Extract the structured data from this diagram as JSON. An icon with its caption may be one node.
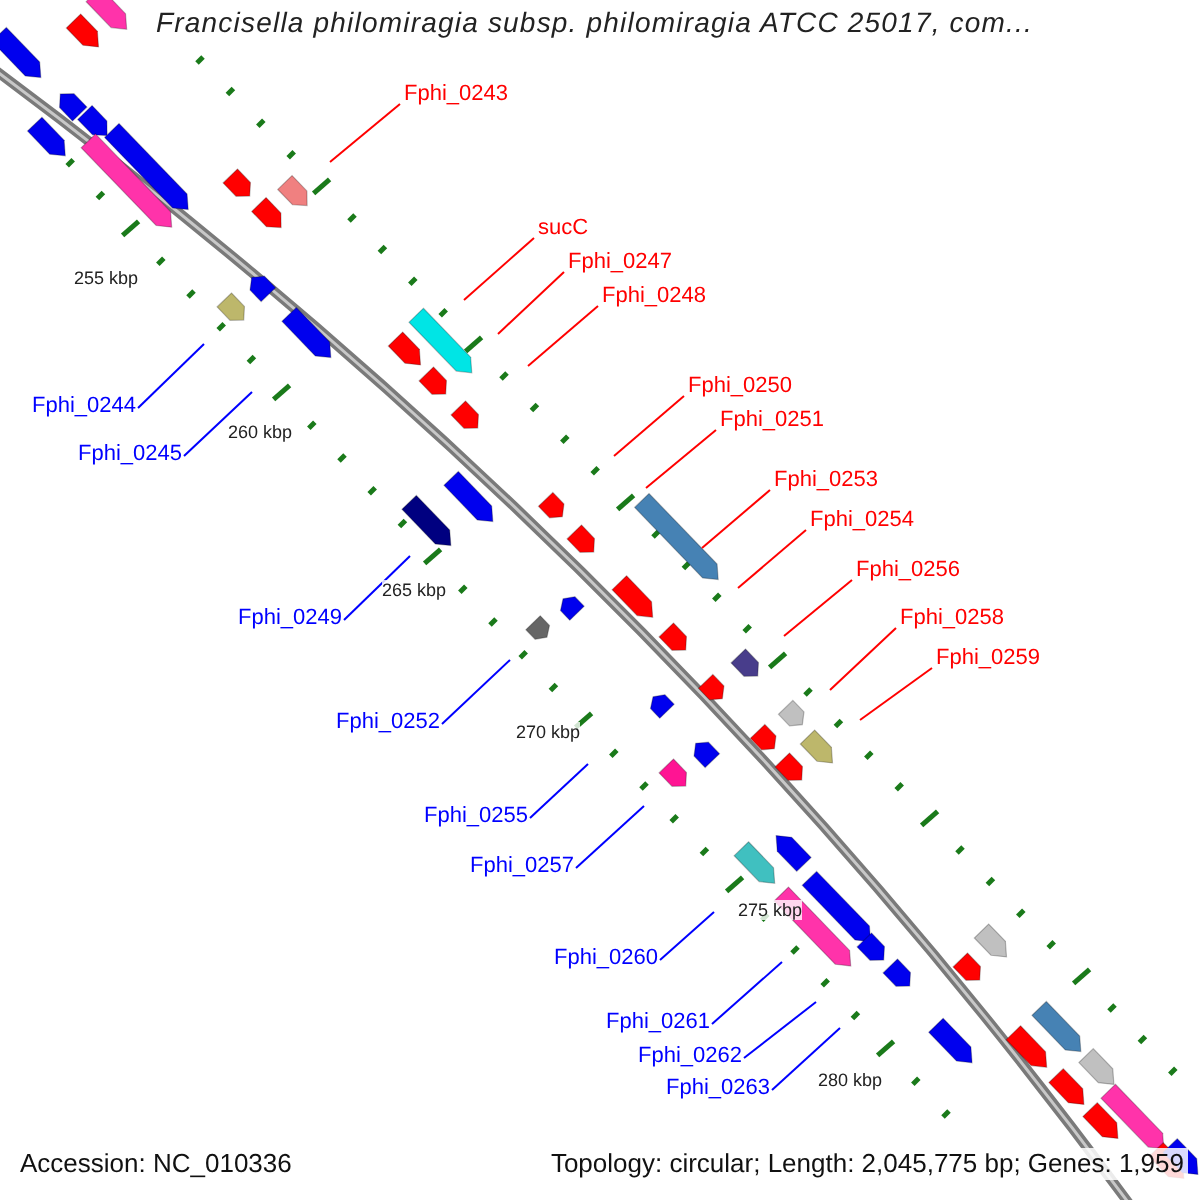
{
  "diagram": {
    "title": "Francisella philomiragia subsp. philomiragia ATCC 25017, com...",
    "nodes": [
      {
        "text": [
          "Fphi_0243"
        ]
      },
      {
        "text": [
          "sucC"
        ]
      },
      {
        "text": [
          "Fphi_0247"
        ]
      },
      {
        "text": [
          "Fphi_0248"
        ]
      },
      {
        "text": [
          "Fphi_0250"
        ]
      },
      {
        "text": [
          "Fphi_0244"
        ]
      },
      {
        "text": [
          "Fphi_0251"
        ]
      },
      {
        "text": [
          "Fphi_0245"
        ]
      },
      {
        "text": [
          "Fphi_0253"
        ]
      },
      {
        "text": [
          "Fphi_0254"
        ]
      },
      {
        "text": [
          "Fphi_0256"
        ]
      },
      {
        "text": [
          "Fphi_0258"
        ]
      },
      {
        "text": [
          "Fphi_0249"
        ]
      },
      {
        "text": [
          "Fphi_0259"
        ]
      },
      {
        "text": [
          "Fphi_0252"
        ]
      },
      {
        "text": [
          "Fphi_0255"
        ]
      },
      {
        "text": [
          "Fphi_0257"
        ]
      },
      {
        "text": [
          "Fphi_0260"
        ]
      },
      {
        "text": [
          "Fphi_0261"
        ]
      },
      {
        "text": [
          "Fphi_0262"
        ]
      },
      {
        "text": [
          "Fphi_0263"
        ]
      }
    ],
    "edges": [
      {
        "from": 0,
        "to": null,
        "arrow": "none"
      },
      {
        "from": 1,
        "to": null,
        "arrow": "none"
      },
      {
        "from": 2,
        "to": null,
        "arrow": "none"
      },
      {
        "from": 3,
        "to": null,
        "arrow": "none"
      },
      {
        "from": 4,
        "to": null,
        "arrow": "none"
      },
      {
        "from": 5,
        "to": null,
        "arrow": "none",
        "color": "#0000ff"
      },
      {
        "from": 6,
        "to": null,
        "arrow": "none"
      },
      {
        "from": 7,
        "to": null,
        "arrow": "none",
        "color": "#0000ff"
      },
      {
        "from": 8,
        "to": null,
        "arrow": "none"
      },
      {
        "from": 9,
        "to": null,
        "arrow": "none"
      },
      {
        "from": 10,
        "to": null,
        "arrow": "none"
      },
      {
        "from": 11,
        "to": null,
        "arrow": "none"
      },
      {
        "from": 12,
        "to": null,
        "arrow": "none",
        "color": "#0000ff"
      },
      {
        "from": 13,
        "to": null,
        "arrow": "none"
      },
      {
        "from": 14,
        "to": null,
        "arrow": "none",
        "color": "#0000ff"
      },
      {
        "from": 15,
        "to": null,
        "arrow": "none",
        "color": "#0000ff"
      },
      {
        "from": 16,
        "to": null,
        "arrow": "none",
        "color": "#0000ff"
      },
      {
        "from": 17,
        "to": null,
        "arrow": "none",
        "color": "#0000ff"
      },
      {
        "from": 18,
        "to": null,
        "arrow": "none",
        "color": "#0000ff"
      },
      {
        "from": 19,
        "to": null,
        "arrow": "none",
        "color": "#0000ff"
      },
      {
        "from": 20,
        "to": null,
        "arrow": "none",
        "color": "#0000ff"
      }
    ],
    "labels": [
      "255 kbp",
      "260 kbp",
      "265 kbp",
      "270 kbp",
      "275 kbp",
      "280 kbp",
      "Accession: NC_010336",
      "Topology: circular; Length: 2,045,775 bp; Genes: 1,959"
    ]
  }
}
